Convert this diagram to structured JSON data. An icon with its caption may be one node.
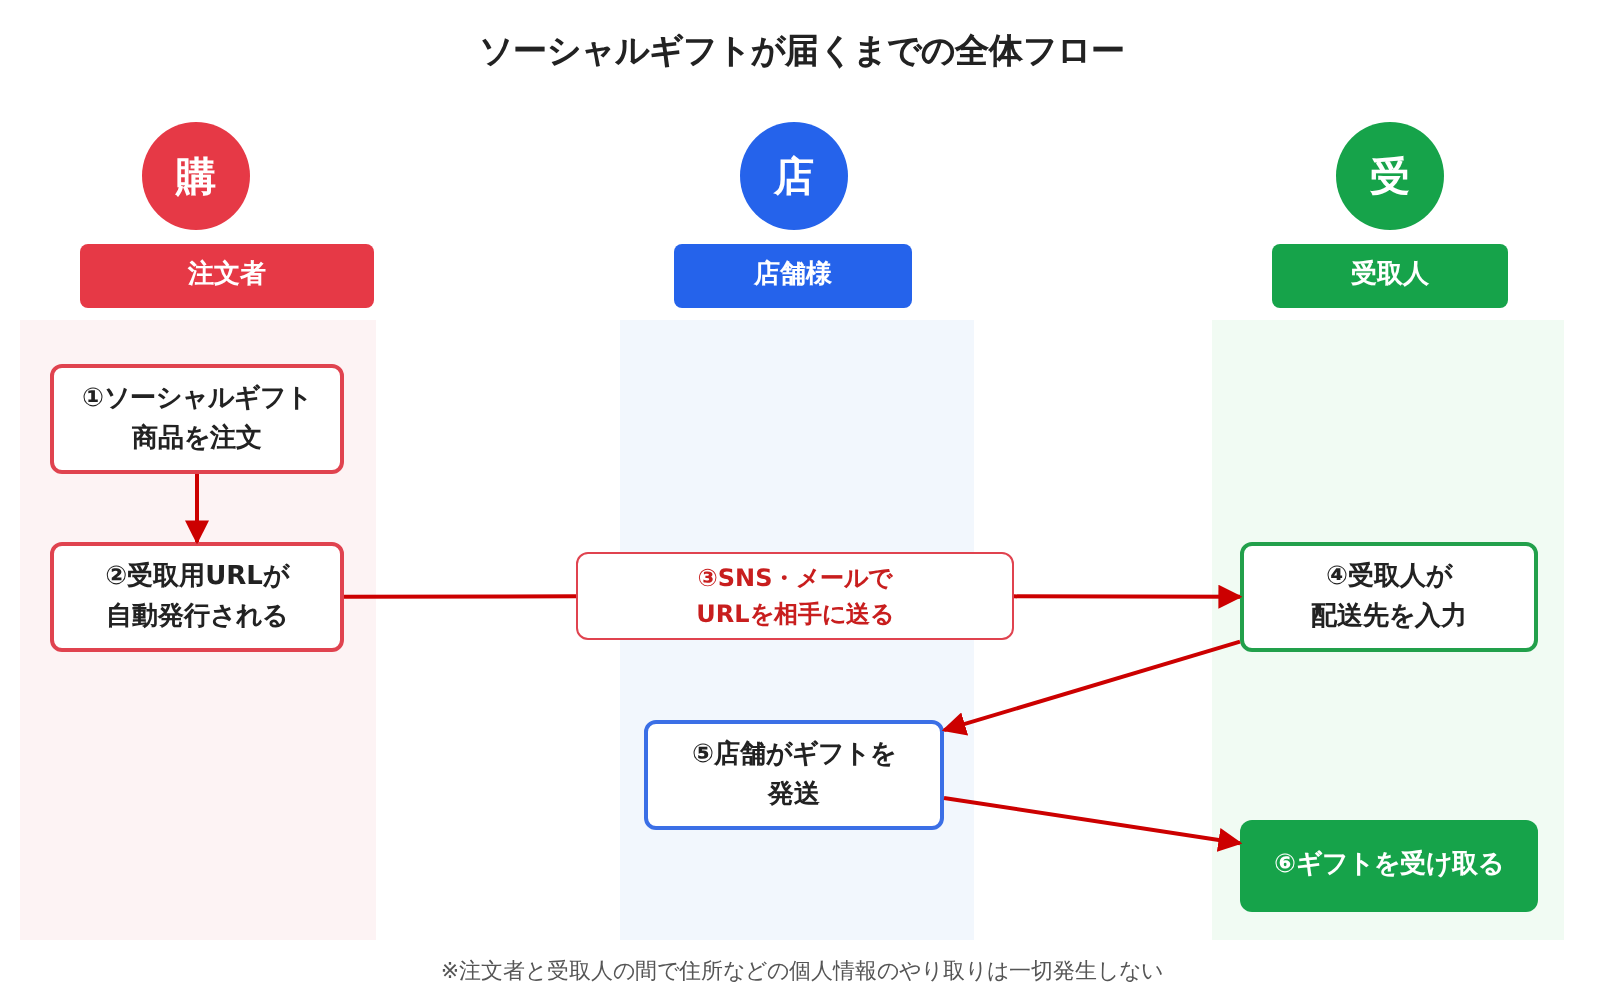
{
  "diagram": {
    "title": "ソーシャルギフトが届くまでの全体フロー",
    "nodes": [
      {
        "text": [
          "購"
        ]
      },
      {
        "text": [
          "注文者"
        ]
      },
      {
        "text": [],
        "shape": "band"
      },
      {
        "text": [
          "①ソーシャルギフト商品を注文"
        ],
        "in": 2
      },
      {
        "text": [
          "②受取用URLが自動発行される"
        ],
        "in": 2
      },
      {
        "text": [
          "店"
        ]
      },
      {
        "text": [
          "店舗様"
        ]
      },
      {
        "text": [],
        "shape": "band"
      },
      {
        "text": [
          "③SNS・メールでURLを相手に送る"
        ]
      },
      {
        "text": [
          "⑤店舗がギフトを発送"
        ],
        "in": 7
      },
      {
        "text": [
          "受"
        ]
      },
      {
        "text": [
          "受取人"
        ]
      },
      {
        "text": [],
        "shape": "band"
      },
      {
        "text": [
          "④受取人が配送先を入力"
        ],
        "in": 12
      },
      {
        "text": [
          "⑥ギフトを受け取る"
        ],
        "in": 12
      }
    ],
    "edges": [
      {
        "from": 3,
        "to": 4,
        "arrow": "to"
      },
      {
        "from": 4,
        "to": 8,
        "arrow": "none"
      },
      {
        "from": 8,
        "to": 13,
        "arrow": "to"
      },
      {
        "from": 13,
        "to": 9,
        "arrow": "to"
      },
      {
        "from": 9,
        "to": 14,
        "arrow": "to"
      }
    ],
    "labels": [
      "※注文者と受取人の間で住所などの個人情報のやり取りは一切発生しない"
    ]
  }
}
